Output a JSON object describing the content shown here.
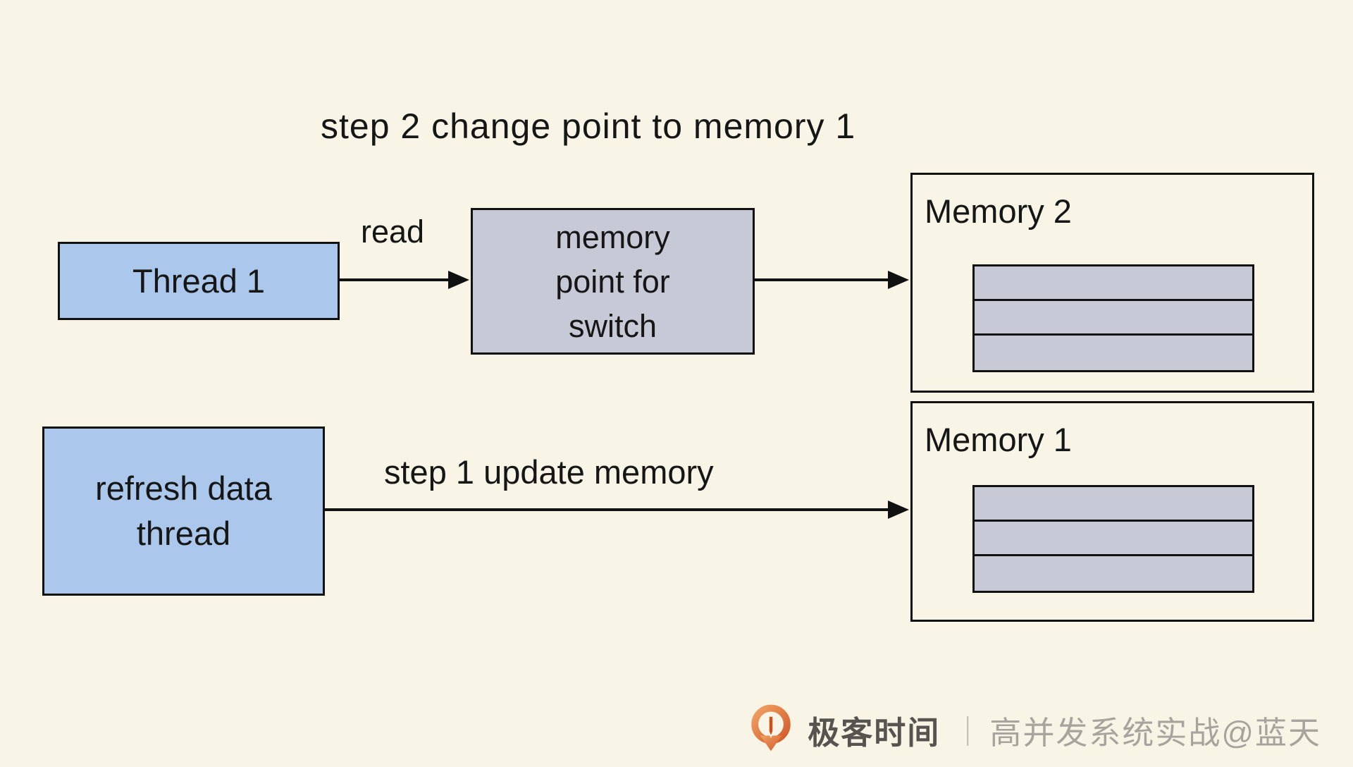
{
  "canvas": {
    "background": "#f8f5e7",
    "stroke": "#111111"
  },
  "title": "step 2 change point to memory 1",
  "nodes": {
    "thread1": {
      "label": "Thread 1",
      "fill": "#abc8ec"
    },
    "memory_point": {
      "lines": [
        "memory",
        "point for",
        "switch"
      ],
      "fill": "#c8c9d7"
    },
    "refresh_thread": {
      "lines": [
        "refresh data",
        "thread"
      ],
      "fill": "#abc8ec"
    },
    "memory2": {
      "label": "Memory 2",
      "slot_count": 3,
      "slot_fill": "#c8c9d7"
    },
    "memory1": {
      "label": "Memory 1",
      "slot_count": 3,
      "slot_fill": "#c8c9d7"
    }
  },
  "arrows": {
    "read": {
      "label": "read",
      "from": "thread1",
      "to": "memory_point"
    },
    "point_to_memory": {
      "label": "",
      "from": "memory_point",
      "to": "memory2"
    },
    "update": {
      "label": "step 1 update memory",
      "from": "refresh_thread",
      "to": "memory1"
    }
  },
  "watermark": {
    "logo": "geektime-logo",
    "brand": "极客时间",
    "separator": "｜",
    "credit": "高并发系统实战@蓝天",
    "brand_color": "#575450",
    "credit_color": "#a8a49d",
    "logo_gradient": [
      "#f0a263",
      "#d2582c"
    ]
  }
}
